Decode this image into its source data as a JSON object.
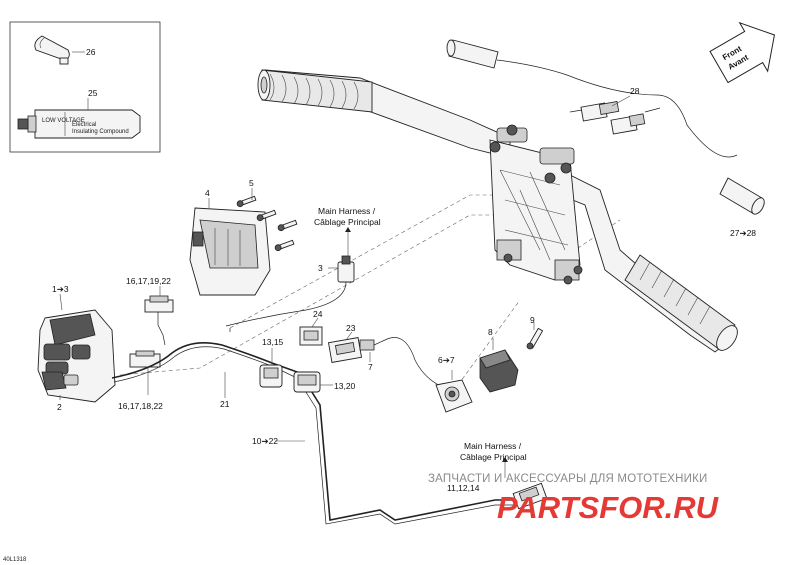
{
  "diagram": {
    "code": "40L1318",
    "front_label": [
      "Front",
      "Avant"
    ],
    "callouts": [
      {
        "id": "c26",
        "text": "26"
      },
      {
        "id": "c25",
        "text": "25"
      },
      {
        "id": "c28",
        "text": "28"
      },
      {
        "id": "c4",
        "text": "4"
      },
      {
        "id": "c5",
        "text": "5"
      },
      {
        "id": "c3",
        "text": "3"
      },
      {
        "id": "c1_3",
        "text": "1➔3"
      },
      {
        "id": "c16_22a",
        "text": "16,17,19,22"
      },
      {
        "id": "c16_22b",
        "text": "16,17,18,22"
      },
      {
        "id": "c2",
        "text": "2"
      },
      {
        "id": "c21",
        "text": "21"
      },
      {
        "id": "c24",
        "text": "24"
      },
      {
        "id": "c23",
        "text": "23"
      },
      {
        "id": "c7",
        "text": "7"
      },
      {
        "id": "c13_15",
        "text": "13,15"
      },
      {
        "id": "c13_20",
        "text": "13,20"
      },
      {
        "id": "c10_22",
        "text": "10➔22"
      },
      {
        "id": "c6_7",
        "text": "6➔7"
      },
      {
        "id": "c8",
        "text": "8"
      },
      {
        "id": "c9",
        "text": "9"
      },
      {
        "id": "c27_28",
        "text": "27➔28"
      },
      {
        "id": "c11_14",
        "text": "11,12,14"
      }
    ],
    "main_harness_top": [
      "Main Harness /",
      "Câblage Principal"
    ],
    "main_harness_bottom": [
      "Main Harness /",
      "Câblage Principal"
    ],
    "tube_label": [
      "LOW VOLTAGE",
      "Electrical",
      "Insulating Compound"
    ]
  },
  "watermark": {
    "tagline": "ЗАПЧАСТИ И АКСЕССУАРЫ ДЛЯ МОТОТЕХНИКИ",
    "logo": "PARTSFOR.RU",
    "logo_color": "#e53935"
  }
}
